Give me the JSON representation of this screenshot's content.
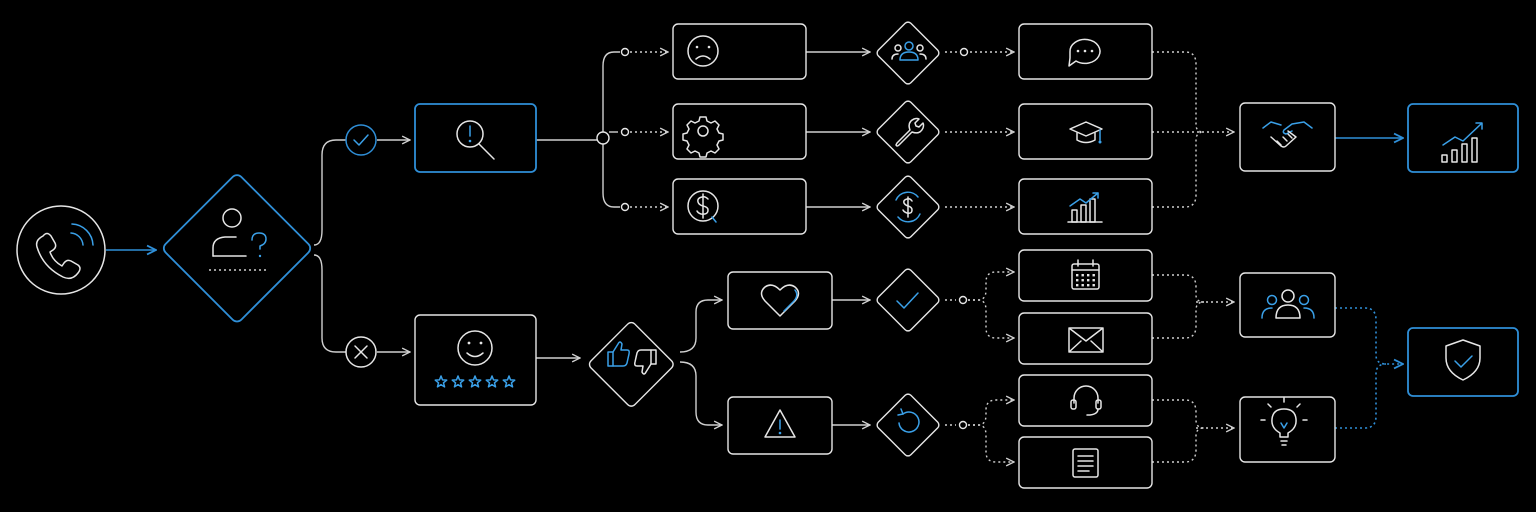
{
  "diagram": {
    "description_nodes": [
      "phone-call",
      "customer-qualify",
      "yes-check",
      "no-cross",
      "investigate",
      "satisfaction-rating",
      "feedback-thumbs",
      "complaint",
      "technical-issue",
      "billing-issue",
      "team-escalation",
      "tool-fix",
      "billing-fix",
      "chat-support",
      "training",
      "growth-report",
      "love-positive",
      "approve-check",
      "warning-negative",
      "retry-refresh",
      "calendar",
      "email",
      "headset-support",
      "document",
      "handshake-deal",
      "revenue-growth",
      "community-group",
      "idea-bulb",
      "protected-shield"
    ]
  },
  "colors": {
    "accent": "#2f8fd8",
    "stroke": "#e6e6e6",
    "background": "#000000"
  }
}
